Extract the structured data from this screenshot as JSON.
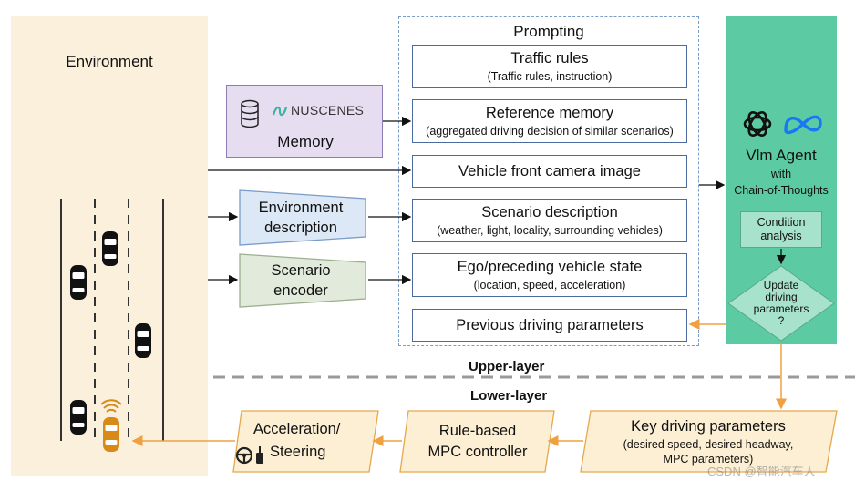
{
  "environment": {
    "title": "Environment"
  },
  "prompting": {
    "title": "Prompting",
    "items": [
      {
        "title": "Traffic rules",
        "subtitle": "(Traffic rules, instruction)"
      },
      {
        "title": "Reference memory",
        "subtitle": "(aggregated driving decision of similar scenarios)"
      },
      {
        "title": "Vehicle front camera image",
        "subtitle": ""
      },
      {
        "title": "Scenario description",
        "subtitle": "(weather, light, locality, surrounding vehicles)"
      },
      {
        "title": "Ego/preceding vehicle state",
        "subtitle": "(location, speed, acceleration)"
      },
      {
        "title": "Previous driving parameters",
        "subtitle": ""
      }
    ]
  },
  "memory": {
    "brand": "NUSCENES",
    "label": "Memory"
  },
  "env_description": {
    "line1": "Environment",
    "line2": "description"
  },
  "scenario_encoder": {
    "line1": "Scenario",
    "line2": "encoder"
  },
  "vlm": {
    "title": "Vlm Agent",
    "line2": "with",
    "line3": "Chain-of-Thoughts",
    "condition": {
      "line1": "Condition",
      "line2": "analysis"
    },
    "decision": {
      "line1": "Update",
      "line2": "driving",
      "line3": "parameters",
      "line4": "?"
    }
  },
  "layers": {
    "upper": "Upper-layer",
    "lower": "Lower-layer"
  },
  "lower": {
    "key_params": {
      "title": "Key driving parameters",
      "line1": "(desired speed, desired headway,",
      "line2": "MPC parameters)"
    },
    "mpc": {
      "line1": "Rule-based",
      "line2": "MPC controller"
    },
    "accel": {
      "line1": "Acceleration/",
      "line2": "Steering"
    }
  },
  "watermark": "CSDN @智能汽车人",
  "colors": {
    "environment_bg": "#fbf0dc",
    "prompt_border": "#7a9cc8",
    "vlm_bg": "#5ccba4",
    "memory_bg": "#e6ddf1",
    "orange_arrow": "#f0a040",
    "ego_car": "#d88a18"
  },
  "icons": [
    "database-icon",
    "nuscenes-logo-icon",
    "openai-logo-icon",
    "meta-logo-icon",
    "steering-wheel-icon",
    "signal-icon",
    "car-icon"
  ]
}
